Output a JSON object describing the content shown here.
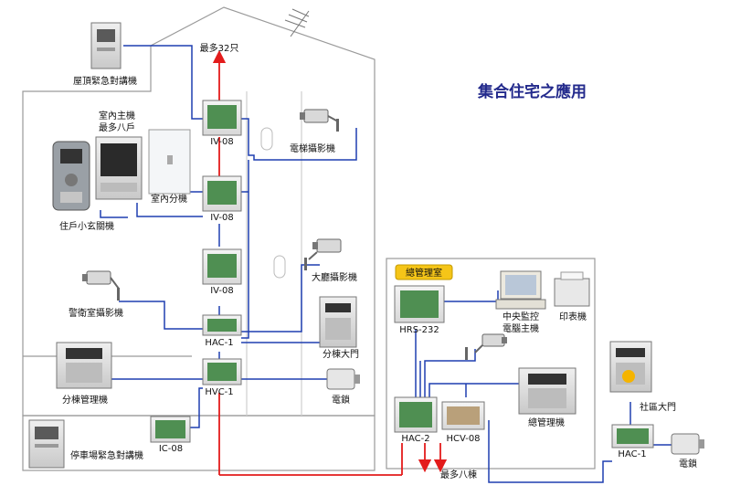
{
  "title": "集合住宅之應用",
  "labels": {
    "roof_intercom": "屋頂緊急對講機",
    "max32": "最多32只",
    "indoor_main_1": "室內主機",
    "indoor_main_2": "最多八戶",
    "indoor_sub": "室內分機",
    "entrance_unit": "住戶小玄關機",
    "elevator_cam": "電梯攝影機",
    "lobby_cam": "大廳攝影機",
    "guard_cam": "警衛室攝影機",
    "building_door": "分棟大門",
    "building_mgr": "分棟管理機",
    "lock_left": "電鎖",
    "parking_intercom": "停車場緊急對講機",
    "mgmt_office": "總管理室",
    "central_pc_1": "中央監控",
    "central_pc_2": "電腦主機",
    "printer": "印表機",
    "main_mgr": "總管理機",
    "max8": "最多八棟",
    "community_gate": "社區大門",
    "lock_right": "電鎖"
  },
  "modules": {
    "iv08_top": "IV-08",
    "iv08_mid": "IV-08",
    "iv08_low": "IV-08",
    "hac1_left": "HAC-1",
    "hvc1": "HVC-1",
    "ic08": "IC-08",
    "hrs232": "HRS-232",
    "hac2": "HAC-2",
    "hcv08": "HCV-08",
    "hac1_right": "HAC-1"
  },
  "colors": {
    "red_line": "#e31b1b",
    "blue_line": "#1f3fb0",
    "building_outline": "#9a9a9a",
    "title": "#232a8c",
    "office_tag": "#f5c518"
  }
}
